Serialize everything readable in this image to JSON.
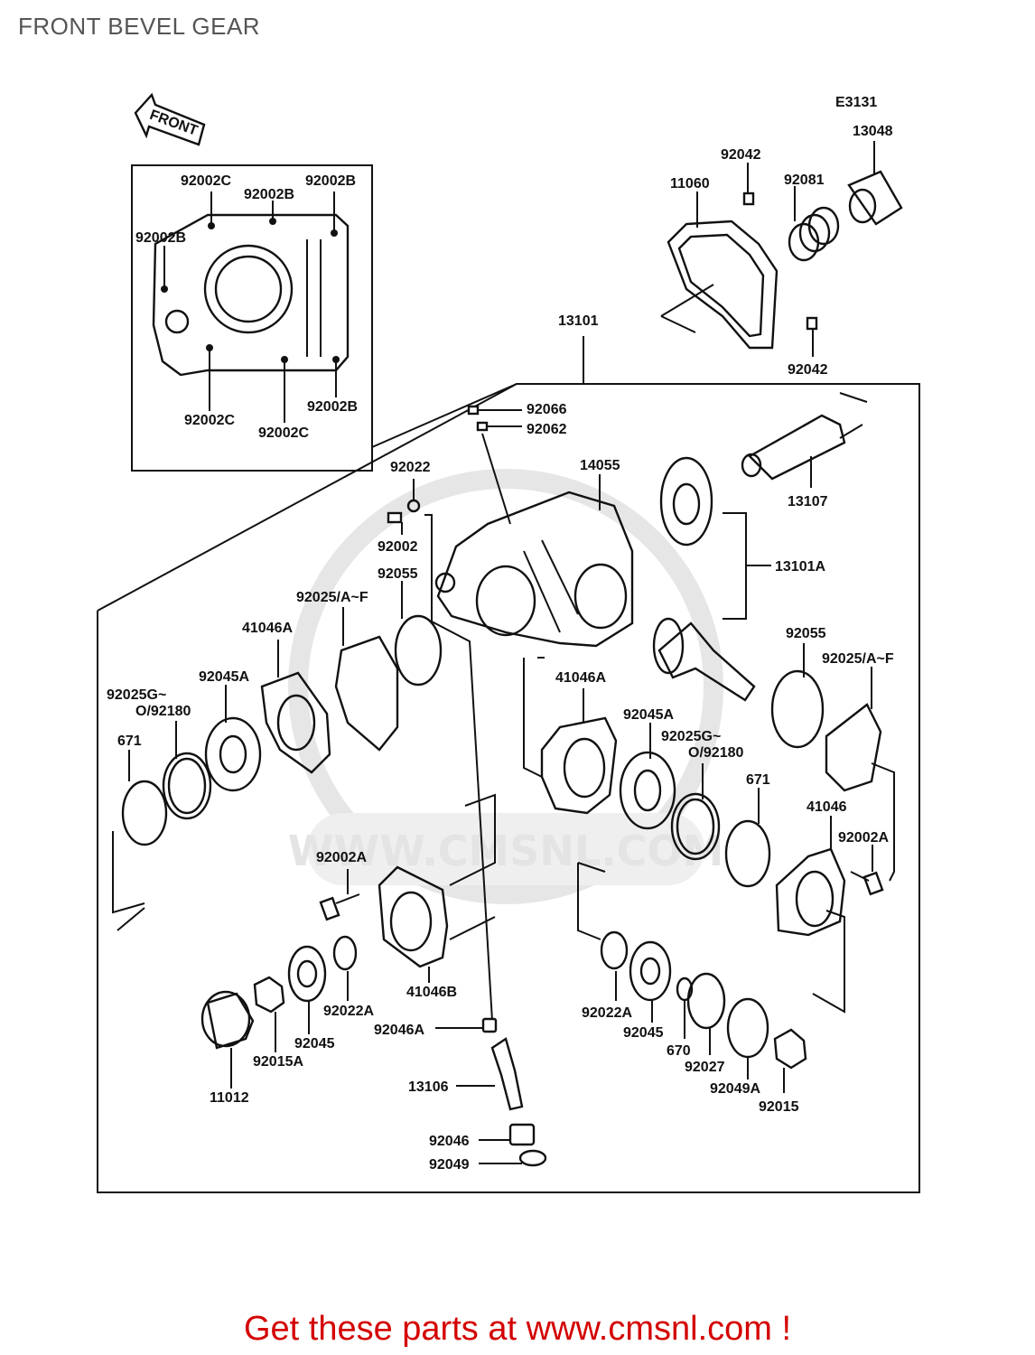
{
  "page": {
    "title": "FRONT BEVEL GEAR",
    "footer": "Get these parts at www.cmsnl.com !",
    "diagram_code": "E3131",
    "front_label": "FRONT",
    "watermark": "WWW.CMSNL.COM"
  },
  "callouts": {
    "c13048": "13048",
    "c92042a": "92042",
    "c11060": "11060",
    "c92081": "92081",
    "c92042b": "92042",
    "c13101": "13101",
    "c92066": "92066",
    "c92062": "92062",
    "c92022": "92022",
    "c14055": "14055",
    "c92002": "92002",
    "c13107": "13107",
    "c92055a": "92055",
    "c13101a": "13101A",
    "c92025af_l": "92025/A~F",
    "c41046a_l": "41046A",
    "c92045a_l": "92045A",
    "c92025g_l1": "92025G~",
    "c92025g_l2": "O/92180",
    "c671_l": "671",
    "c41046a_m": "41046A",
    "c92055b": "92055",
    "c92025af_r": "92025/A~F",
    "c92045a_r": "92045A",
    "c92025g_r1": "92025G~",
    "c92025g_r2": "O/92180",
    "c671_r": "671",
    "c41046": "41046",
    "c92002a_r": "92002A",
    "c92002a_l": "92002A",
    "c41046b": "41046B",
    "c92022a_l": "92022A",
    "c92045_l": "92045",
    "c92015a": "92015A",
    "c11012": "11012",
    "c92046a": "92046A",
    "c13106": "13106",
    "c92046": "92046",
    "c92049": "92049",
    "c92022a_r": "92022A",
    "c92045_r": "92045",
    "c670": "670",
    "c92027": "92027",
    "c92049a": "92049A",
    "c92015": "92015",
    "c92002c_1": "92002C",
    "c92002b_1": "92002B",
    "c92002b_2": "92002B",
    "c92002b_3": "92002B",
    "c92002c_2": "92002C",
    "c92002c_3": "92002C",
    "c92002b_4": "92002B"
  }
}
